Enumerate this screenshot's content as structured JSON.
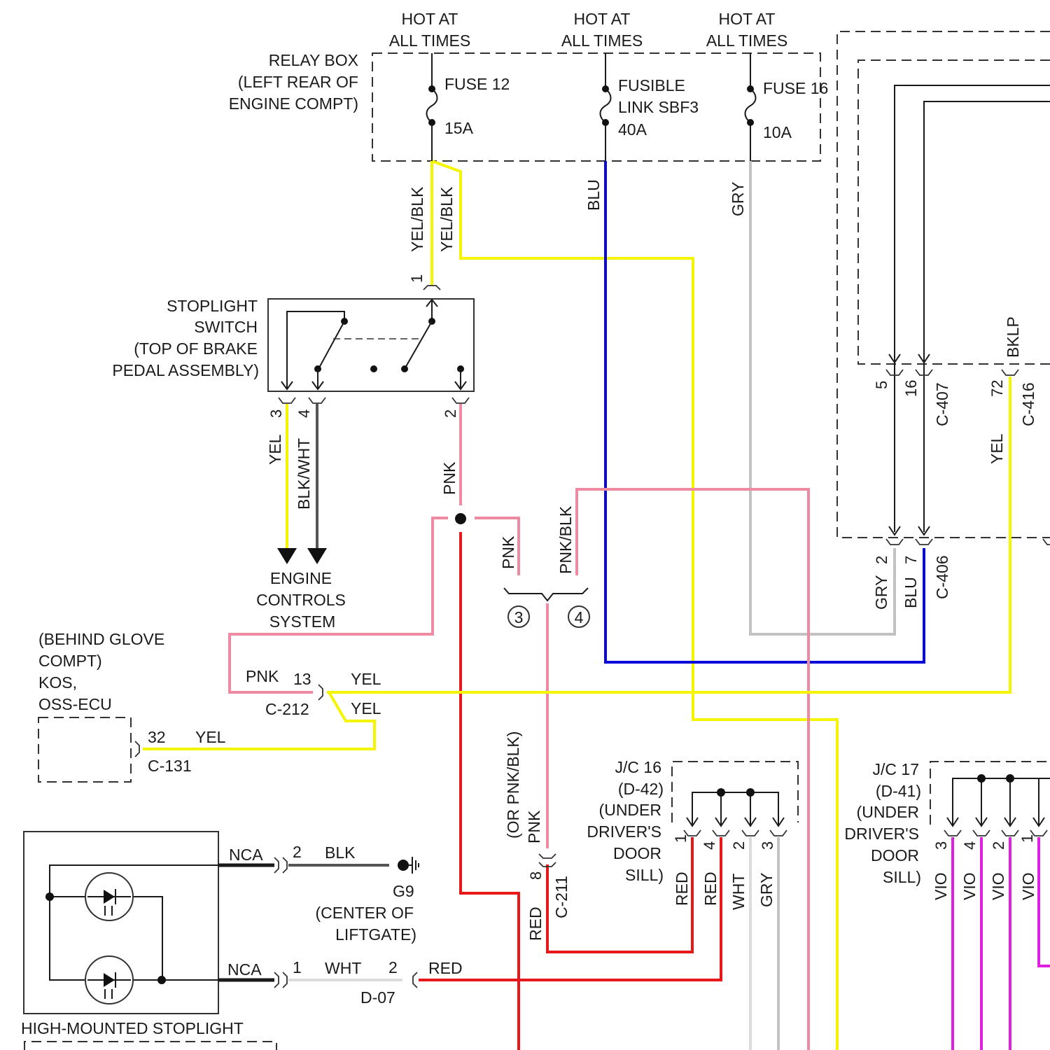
{
  "supply": {
    "hot_1": [
      "HOT AT",
      "ALL TIMES"
    ],
    "hot_2": [
      "HOT AT",
      "ALL TIMES"
    ],
    "hot_3": [
      "HOT AT",
      "ALL TIMES"
    ],
    "relay_box": [
      "RELAY BOX",
      "(LEFT REAR OF",
      "ENGINE COMPT)"
    ],
    "fuse12": [
      "FUSE 12",
      "15A"
    ],
    "sbf3": [
      "FUSIBLE",
      "LINK SBF3",
      "40A"
    ],
    "fuse16": [
      "FUSE 16",
      "10A"
    ]
  },
  "switch": {
    "title": [
      "STOPLIGHT",
      "SWITCH",
      "(TOP OF BRAKE",
      "PEDAL ASSEMBLY)"
    ],
    "pins": {
      "p1": "1",
      "p2": "2",
      "p3": "3",
      "p4": "4"
    }
  },
  "engine": [
    "ENGINE",
    "CONTROLS",
    "SYSTEM"
  ],
  "wires": {
    "yel_blk": "YEL/BLK",
    "blu": "BLU",
    "gry": "GRY",
    "yel": "YEL",
    "blk_wht": "BLK/WHT",
    "pnk": "PNK",
    "pnk_blk": "PNK/BLK",
    "or_pnk_blk": "(OR PNK/BLK)",
    "red": "RED",
    "wht": "WHT",
    "blk": "BLK",
    "vio": "VIO",
    "nca": "NCA",
    "bklp": "BKLP"
  },
  "kos": {
    "location": [
      "(BEHIND GLOVE",
      "COMPT)",
      "KOS,",
      "OSS-ECU"
    ],
    "c212": "C-212",
    "pin13": "13",
    "c131": "C-131",
    "pin32": "32"
  },
  "splice_refs": {
    "s3": "3",
    "s4": "4"
  },
  "c211": {
    "name": "C-211",
    "pin": "8"
  },
  "right_module": {
    "c407": "C-407",
    "p5": "5",
    "p16": "16",
    "c416": "C-416",
    "p72": "72",
    "c406": "C-406",
    "p2": "2",
    "p7": "7"
  },
  "jc16": {
    "label": [
      "J/C 16",
      "(D-42)",
      "(UNDER",
      "DRIVER'S",
      "DOOR",
      "SILL)"
    ],
    "pins": [
      "1",
      "4",
      "2",
      "3"
    ]
  },
  "jc17": {
    "label": [
      "J/C 17",
      "(D-41)",
      "(UNDER",
      "DRIVER'S",
      "DOOR",
      "SILL)"
    ],
    "pins": [
      "3",
      "4",
      "2",
      "1"
    ]
  },
  "ground": {
    "name": "G9",
    "location": [
      "(CENTER OF",
      "LIFTGATE)"
    ],
    "pin2": "2"
  },
  "d07": {
    "name": "D-07",
    "pin1": "1",
    "pin2": "2"
  },
  "lamp": {
    "title": "HIGH-MOUNTED STOPLIGHT"
  },
  "colors": {
    "yellow": "#f5f500",
    "blue": "#0a0ad8",
    "gray": "#c2c2c2",
    "pink": "#ef8aa3",
    "red": "#e81818",
    "magenta": "#e020e0",
    "black": "#1a1a1a",
    "dark_gray": "#555555",
    "white_wire": "#dcdcdc"
  }
}
